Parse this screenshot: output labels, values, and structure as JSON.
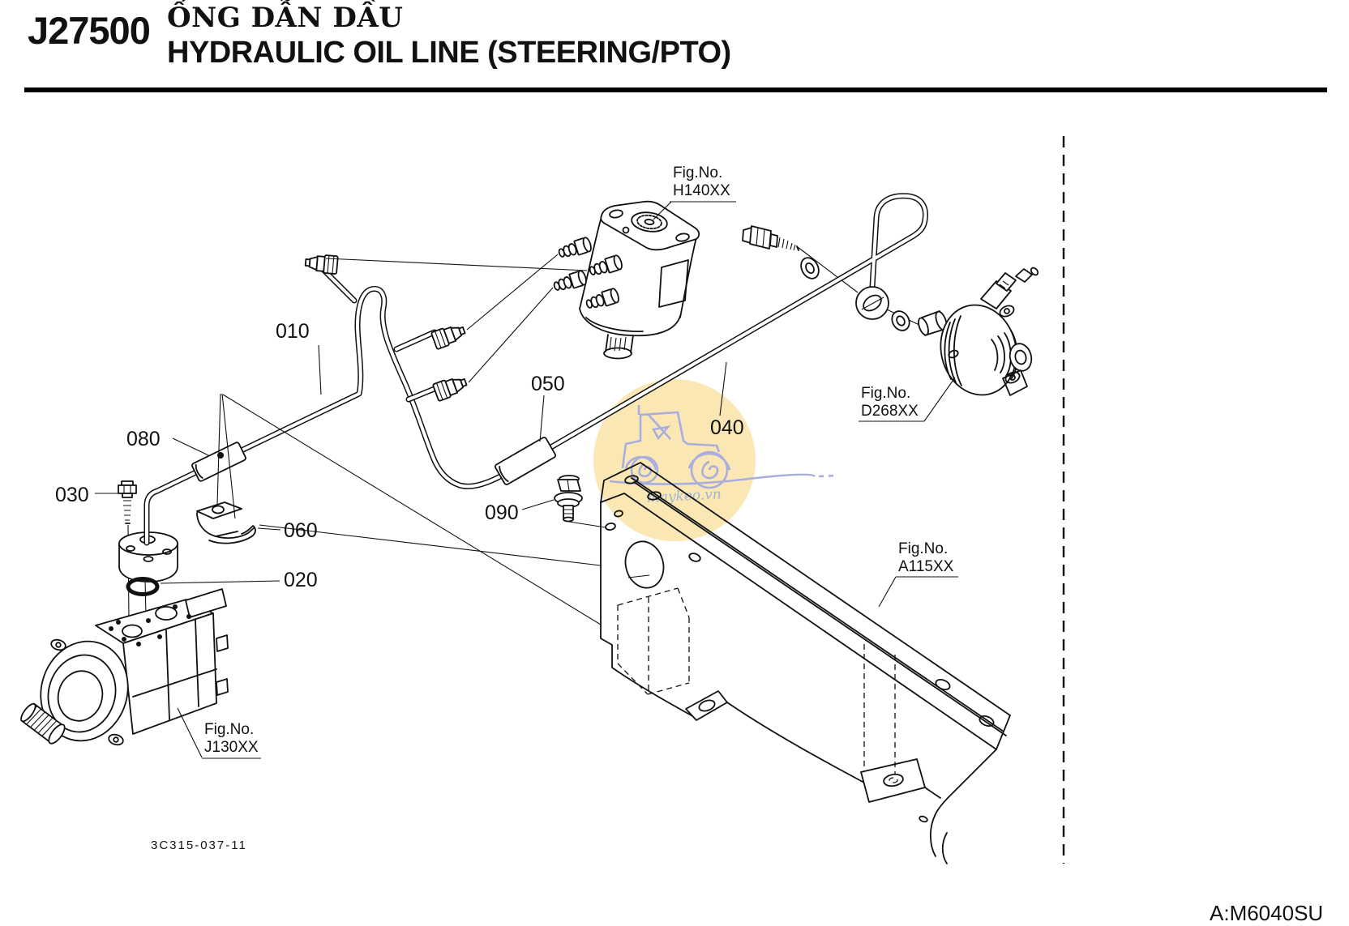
{
  "header": {
    "code": "J27500",
    "title_vi": "ỐNG DẪN DẦU",
    "title_en": "HYDRAULIC OIL LINE (STEERING/PTO)"
  },
  "labels": {
    "p010": "010",
    "p020": "020",
    "p030": "030",
    "p040": "040",
    "p050": "050",
    "p060": "060",
    "p080": "080",
    "p090": "090"
  },
  "figures": {
    "prefix": "Fig.No.",
    "h140": "H140XX",
    "d268": "D268XX",
    "a115": "A115XX",
    "j130": "J130XX"
  },
  "footer": {
    "drawing_code": "3C315-037-11",
    "page_code": "A:M6040SU"
  },
  "watermark": {
    "text": "maykeo.vn",
    "circle_color": "#FAE7B4",
    "art_color": "#A9AEDD",
    "text_color": "#9FB5D8"
  },
  "colors": {
    "line": "#111111",
    "background": "#ffffff"
  }
}
